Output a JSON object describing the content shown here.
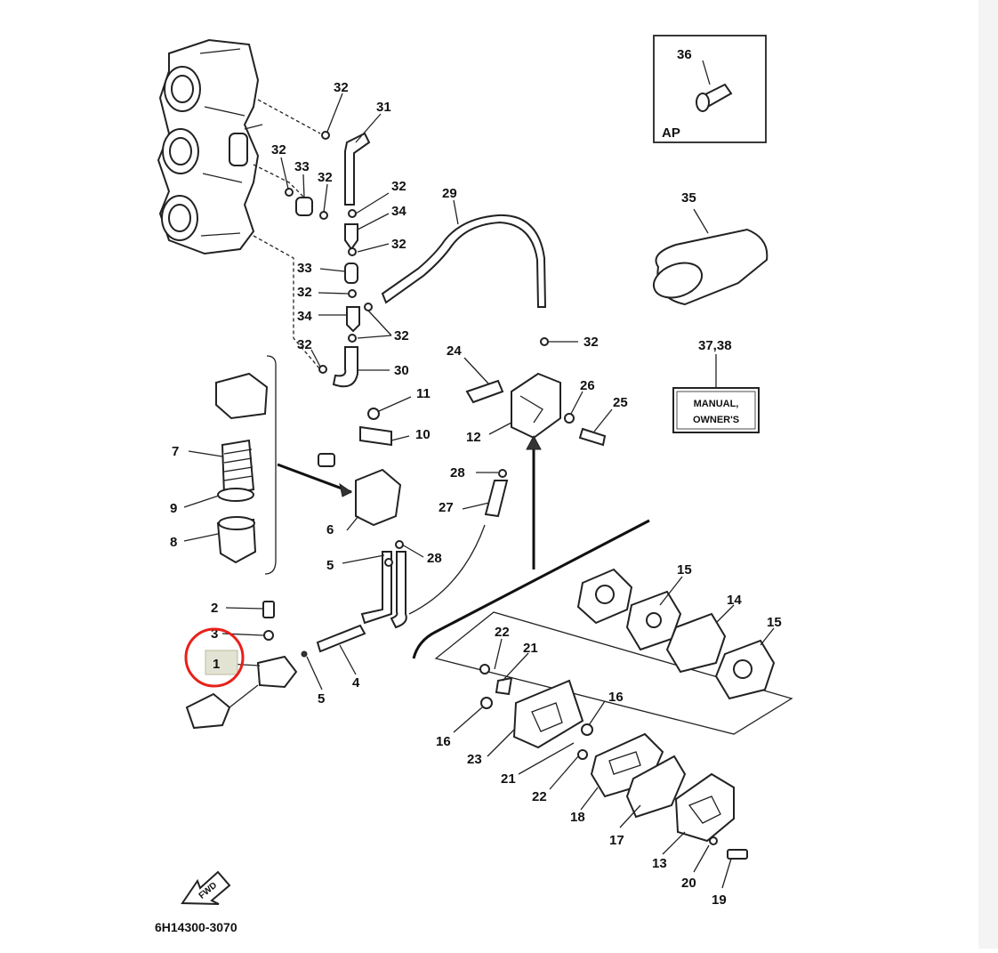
{
  "diagram": {
    "drawing_code": "6H14300-3070",
    "fwd_label": "FWD",
    "ap_label": "AP",
    "manual_label_line1": "MANUAL,",
    "manual_label_line2": "OWNER'S",
    "highlight_color": "#e8211a",
    "callouts": {
      "c1": "1",
      "c2": "2",
      "c3": "3",
      "c4": "4",
      "c5a": "5",
      "c5b": "5",
      "c6": "6",
      "c7": "7",
      "c8": "8",
      "c9": "9",
      "c10": "10",
      "c11": "11",
      "c12": "12",
      "c13": "13",
      "c14": "14",
      "c15a": "15",
      "c15b": "15",
      "c16a": "16",
      "c16b": "16",
      "c17": "17",
      "c18": "18",
      "c19": "19",
      "c20": "20",
      "c21a": "21",
      "c21b": "21",
      "c22a": "22",
      "c22b": "22",
      "c23": "23",
      "c24": "24",
      "c25": "25",
      "c26": "26",
      "c27": "27",
      "c28a": "28",
      "c28b": "28",
      "c29": "29",
      "c30": "30",
      "c31": "31",
      "c32a": "32",
      "c32b": "32",
      "c32c": "32",
      "c32d": "32",
      "c32e": "32",
      "c32f": "32",
      "c32g": "32",
      "c32h": "32",
      "c32i": "32",
      "c33a": "33",
      "c33b": "33",
      "c34a": "34",
      "c34b": "34",
      "c35": "35",
      "c36": "36",
      "c3738": "37,38"
    }
  }
}
